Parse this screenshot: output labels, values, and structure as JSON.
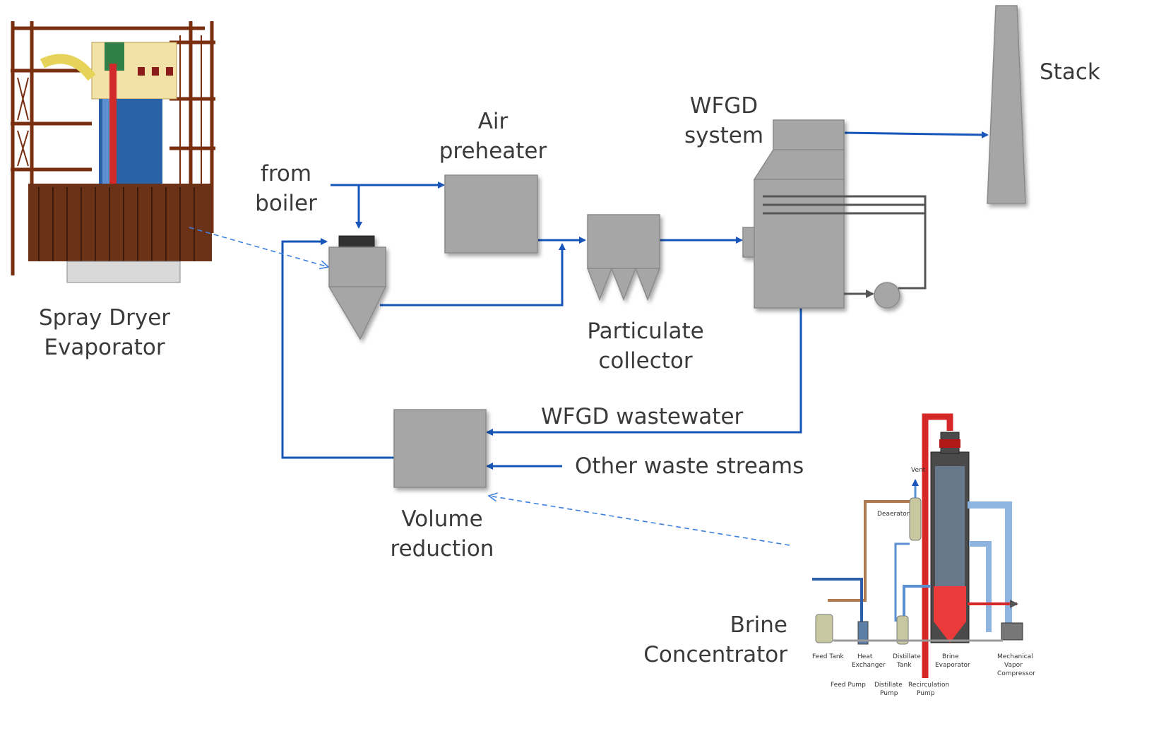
{
  "labels": {
    "stack": "Stack",
    "wfgd_line1": "WFGD",
    "wfgd_line2": "system",
    "air_line1": "Air",
    "air_line2": "preheater",
    "from_line1": "from",
    "from_line2": "boiler",
    "spray_line1": "Spray Dryer",
    "spray_line2": "Evaporator",
    "particulate_line1": "Particulate",
    "particulate_line2": "collector",
    "wfgd_wastewater": "WFGD wastewater",
    "other_streams": "Other waste streams",
    "volume_line1": "Volume",
    "volume_line2": "reduction",
    "brine_line1": "Brine",
    "brine_line2": "Concentrator"
  },
  "brine_schematic_labels": {
    "vent": "Vent",
    "deaerator": "Deaerator",
    "feed_tank": "Feed Tank",
    "heat_exchanger_1": "Heat",
    "heat_exchanger_2": "Exchanger",
    "distillate_tank_1": "Distillate",
    "distillate_tank_2": "Tank",
    "brine_evaporator_1": "Brine",
    "brine_evaporator_2": "Evaporator",
    "mvc_1": "Mechanical",
    "mvc_2": "Vapor",
    "mvc_3": "Compressor",
    "feed_pump": "Feed Pump",
    "distillate_pump_1": "Distillate",
    "distillate_pump_2": "Pump",
    "recirculation_pump_1": "Recirculation",
    "recirculation_pump_2": "Pump"
  },
  "colors": {
    "flow_line": "#1756b8",
    "dashed_link": "#3b7fe0",
    "equipment_fill": "#a6a6a6",
    "label_text": "#3a3a3a"
  }
}
